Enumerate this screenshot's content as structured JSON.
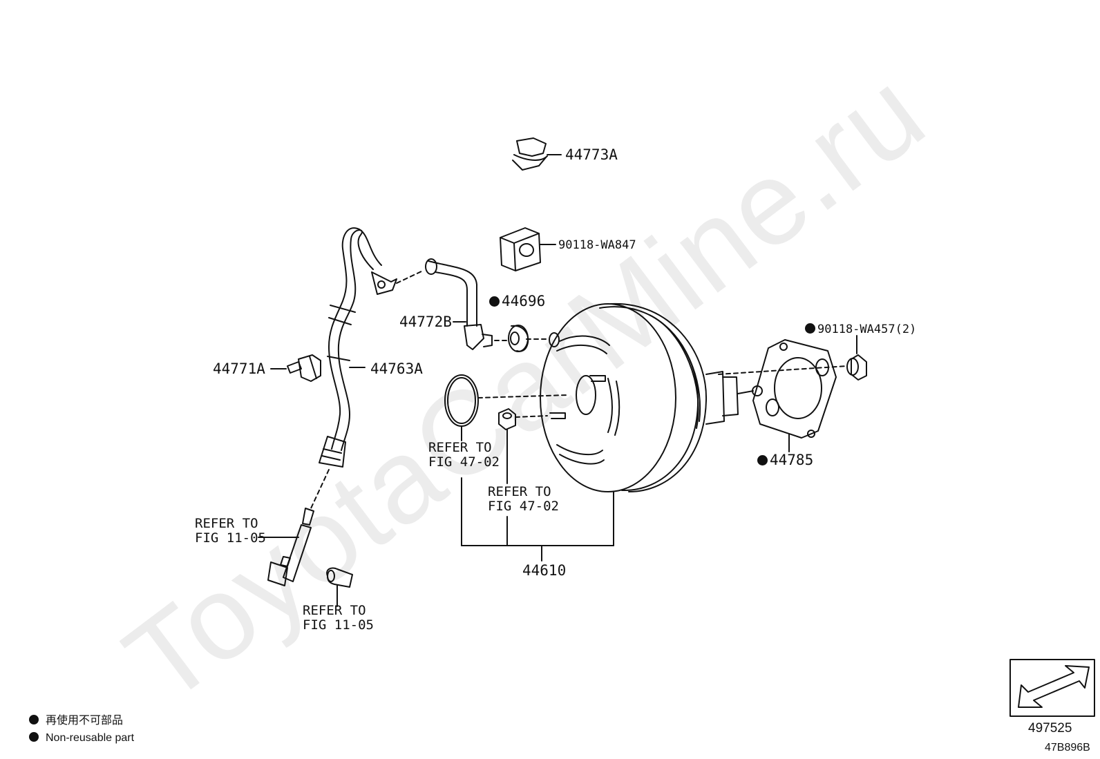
{
  "watermark": "ToyotaCarMine.ru",
  "parts": {
    "p44773A": "44773A",
    "p90118_WA847": "90118-WA847",
    "p44696": "44696",
    "p44772B": "44772B",
    "p90118_WA457": "90118-WA457(2)",
    "p44771A": "44771A",
    "p44763A": "44763A",
    "p44785": "44785",
    "p44610": "44610"
  },
  "refers": {
    "oring": [
      "REFER TO",
      "FIG 47-02"
    ],
    "nut": [
      "REFER TO",
      "FIG 47-02"
    ],
    "sensor": [
      "REFER TO",
      "FIG 11-05"
    ],
    "plug": [
      "REFER TO",
      "FIG 11-05"
    ]
  },
  "legend": {
    "japanese": "再使用不可部品",
    "english": "Non-reusable part"
  },
  "figure": {
    "code": "497525",
    "catalog": "47B896B"
  }
}
